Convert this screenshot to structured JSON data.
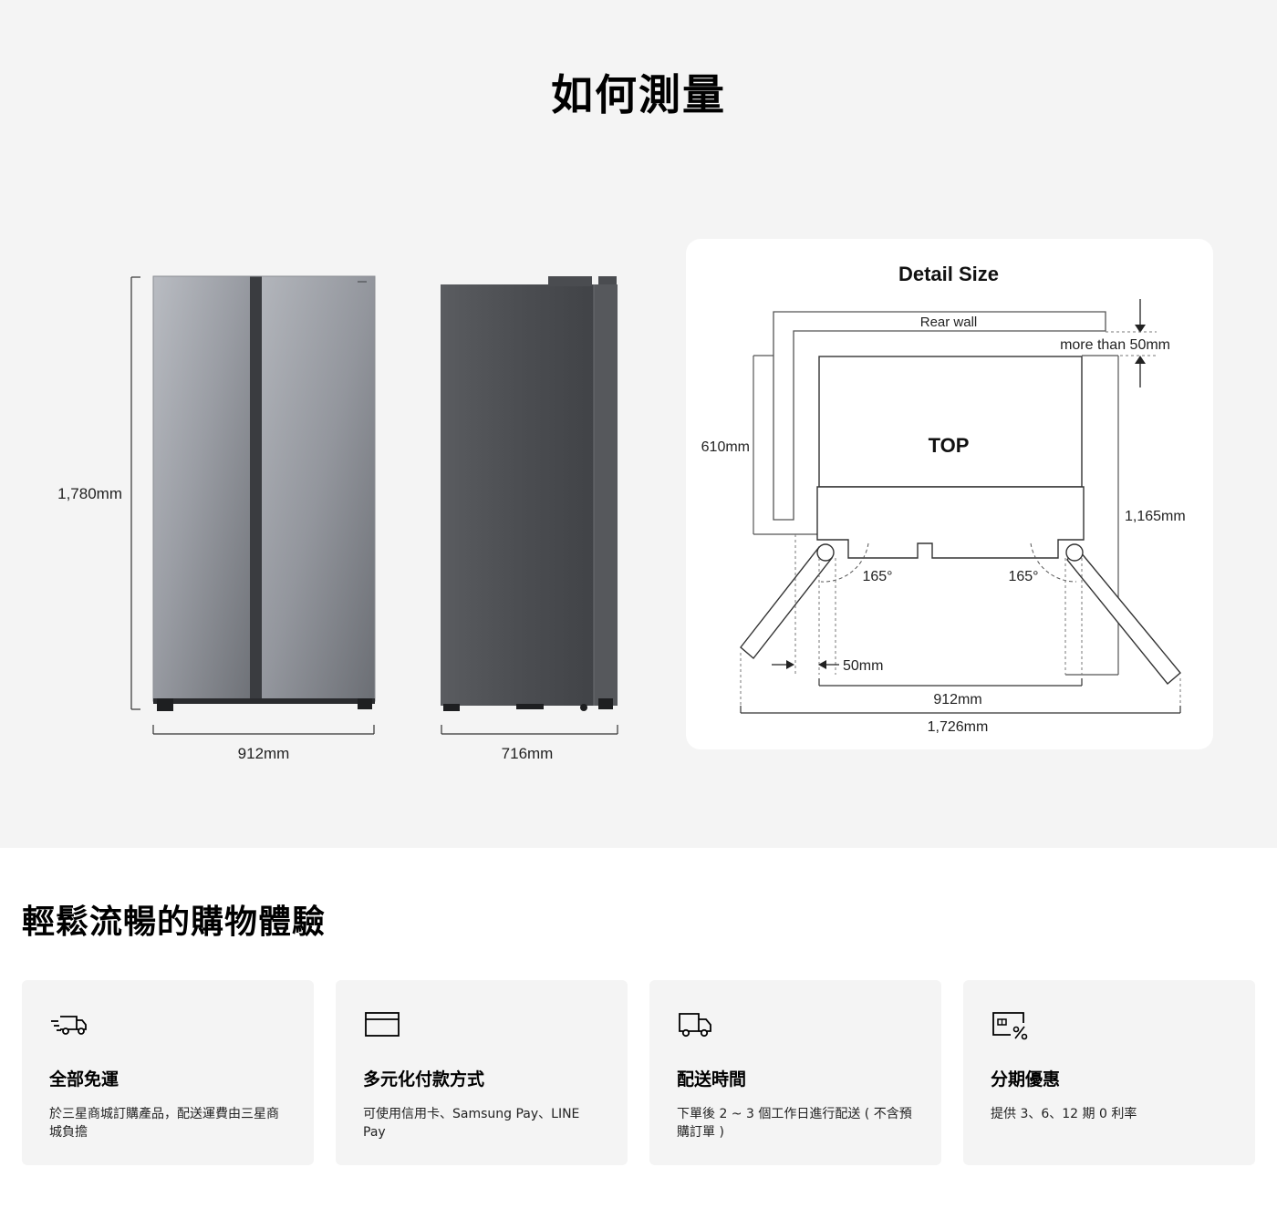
{
  "measure": {
    "title": "如何測量",
    "front": {
      "height_label": "1,780mm",
      "width_label": "912mm"
    },
    "side": {
      "depth_label": "716mm"
    }
  },
  "detail": {
    "title": "Detail Size",
    "rear_wall": "Rear wall",
    "gap_label": "more than 50mm",
    "depth_label": "610mm",
    "top_label": "TOP",
    "door_depth_label": "1,165mm",
    "angle_left": "165°",
    "angle_right": "165°",
    "side_gap_label": "50mm",
    "body_width_label": "912mm",
    "total_width_label": "1,726mm"
  },
  "shop": {
    "title": "輕鬆流暢的購物體驗",
    "cards": [
      {
        "icon": "free-shipping-truck-icon",
        "title": "全部免運",
        "desc": "於三星商城訂購產品，配送運費由三星商城負擔"
      },
      {
        "icon": "credit-card-icon",
        "title": "多元化付款方式",
        "desc": "可使用信用卡、Samsung Pay、LINE Pay"
      },
      {
        "icon": "delivery-truck-icon",
        "title": "配送時間",
        "desc": "下單後 2 ~ 3 個工作日進行配送 ( 不含預購訂單 )"
      },
      {
        "icon": "installment-card-percent-icon",
        "title": "分期優惠",
        "desc": "提供 3、6、12 期 0 利率"
      }
    ]
  }
}
